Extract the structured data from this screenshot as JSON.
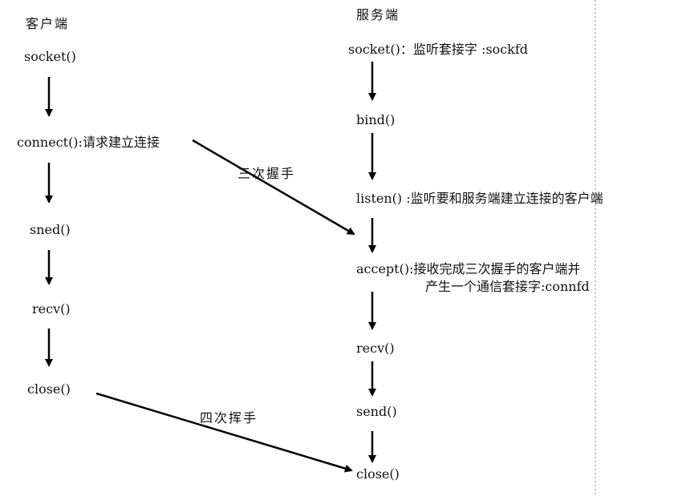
{
  "client": {
    "header": "客户端",
    "steps": [
      "socket()",
      "connect():请求建立连接",
      "sned()",
      "recv()",
      "close()"
    ]
  },
  "server": {
    "header": "服务端",
    "steps": [
      "socket()：监听套接字 :sockfd",
      "bind()",
      "listen() :监听要和服务端建立连接的客户端",
      "accept():接收完成三次握手的客户端并",
      "产生一个通信套接字:connfd",
      "recv()",
      "send()",
      "close()"
    ]
  },
  "handshake_label": "三次握手",
  "wave_label": "四次挥手"
}
